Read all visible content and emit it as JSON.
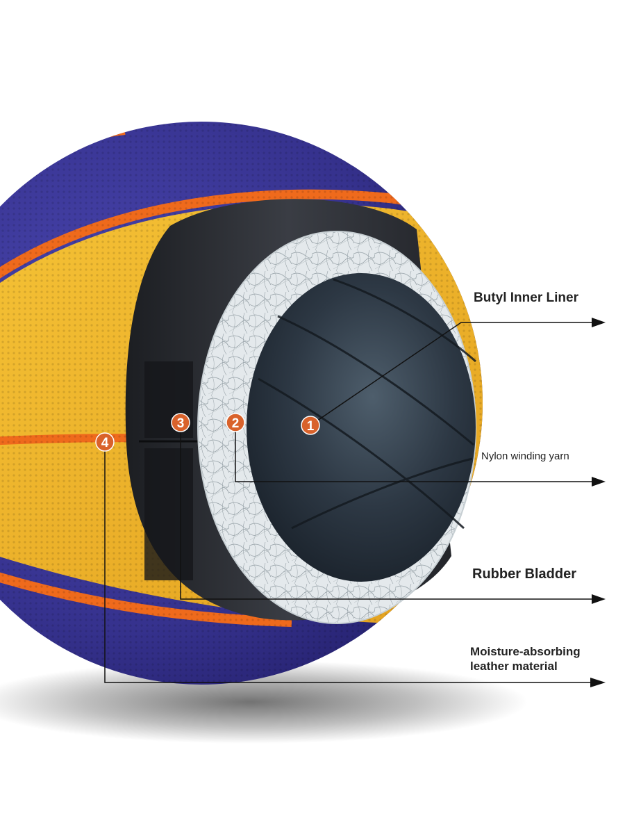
{
  "colors": {
    "navy_panel": "#3a3596",
    "yellow_panel": "#f2b62c",
    "orange_seam": "#ef6a1c",
    "badge": "#d9622b",
    "core_dark": "#2a3440",
    "fiber_white": "#e6ebee",
    "leader_line": "#111111"
  },
  "layers": [
    {
      "number": "1",
      "label": "Butyl Inner Liner"
    },
    {
      "number": "2",
      "label": "Nylon winding yarn"
    },
    {
      "number": "3",
      "label": "Rubber Bladder"
    },
    {
      "number": "4",
      "label_line1": "Moisture-absorbing",
      "label_line2": "leather material"
    }
  ]
}
